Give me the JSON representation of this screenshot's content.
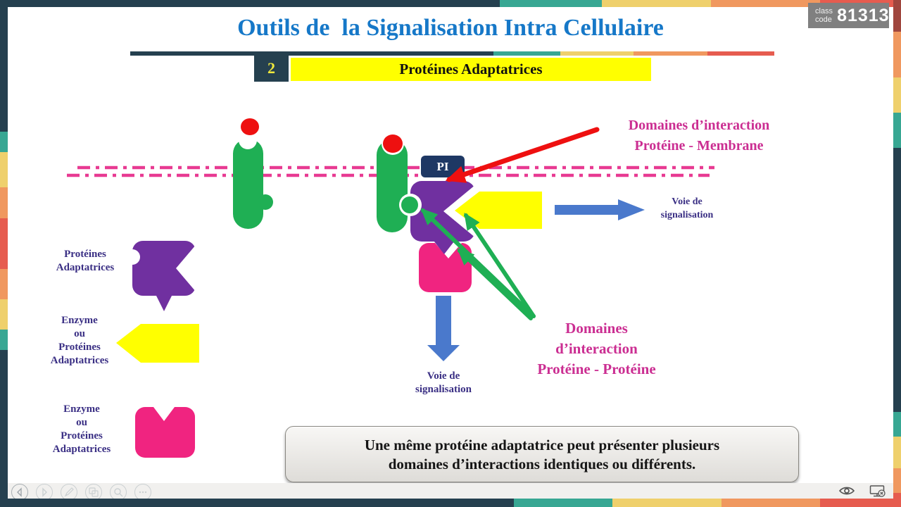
{
  "badge": {
    "class": "class",
    "code": "code",
    "number": "81313"
  },
  "header": {
    "title": "Outils de  la Signalisation Intra Cellulaire",
    "section_number": "2",
    "section_title": "Protéines Adaptatrices"
  },
  "labels": {
    "pi": "PI",
    "domains_membrane": [
      "Domaines d’interaction",
      "Protéine - Membrane"
    ],
    "domains_protein": [
      "Domaines",
      "d’interaction",
      "Protéine - Protéine"
    ],
    "voie_right": [
      "Voie de",
      "signalisation"
    ],
    "voie_bottom": [
      "Voie de",
      "signalisation"
    ],
    "legend_adapter": [
      "Protéines",
      "Adaptatrices"
    ],
    "legend_enzyme_yellow": [
      "Enzyme",
      "ou",
      "Protéines",
      "Adaptatrices"
    ],
    "legend_enzyme_pink": [
      "Enzyme",
      "ou",
      "Protéines",
      "Adaptatrices"
    ]
  },
  "note": [
    "Une même protéine adaptatrice peut présenter plusieurs",
    "domaines d’interactions identiques ou différents."
  ],
  "palette": {
    "receptor_green": "#1FAF54",
    "adapter_purple": "#7030A0",
    "enzyme_pink": "#F02480",
    "enzyme_yellow": "#FFFF00",
    "signal_blue": "#4A79CC",
    "ligand_red": "#EE1010",
    "membrane_pink": "#E83A92",
    "title_blue": "#1678C8",
    "label_magenta": "#CB2E92",
    "label_indigo": "#3A2F84",
    "frame_dark": "#25404F",
    "frame_teal": "#38A793",
    "frame_yellow": "#EFD06C",
    "frame_orange": "#F0985F",
    "frame_red": "#E65C4F"
  }
}
